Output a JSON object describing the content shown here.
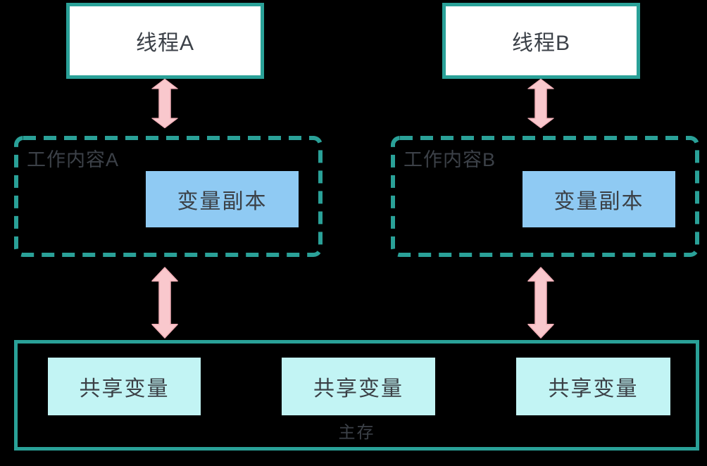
{
  "diagram": {
    "threads": [
      {
        "label": "线程A"
      },
      {
        "label": "线程B"
      }
    ],
    "working_memories": [
      {
        "label": "工作内容A",
        "variable_copy_label": "变量副本"
      },
      {
        "label": "工作内容B",
        "variable_copy_label": "变量副本"
      }
    ],
    "main_memory": {
      "label": "主存",
      "shared_variables": [
        "共享变量",
        "共享变量",
        "共享变量"
      ]
    },
    "icons": {
      "arrow": "double-arrow-vertical-icon"
    },
    "colors": {
      "teal_border": "#2AA198",
      "pink_arrow_fill": "#F9C8CD",
      "pink_arrow_edge": "#F2AFB7",
      "variable_copy_blue": "#8FCAF3",
      "shared_variable_cyan": "#C2F4F4",
      "thread_box_bg": "#FFFFFF",
      "text_dark": "#3C4148",
      "background": "#000000"
    }
  }
}
